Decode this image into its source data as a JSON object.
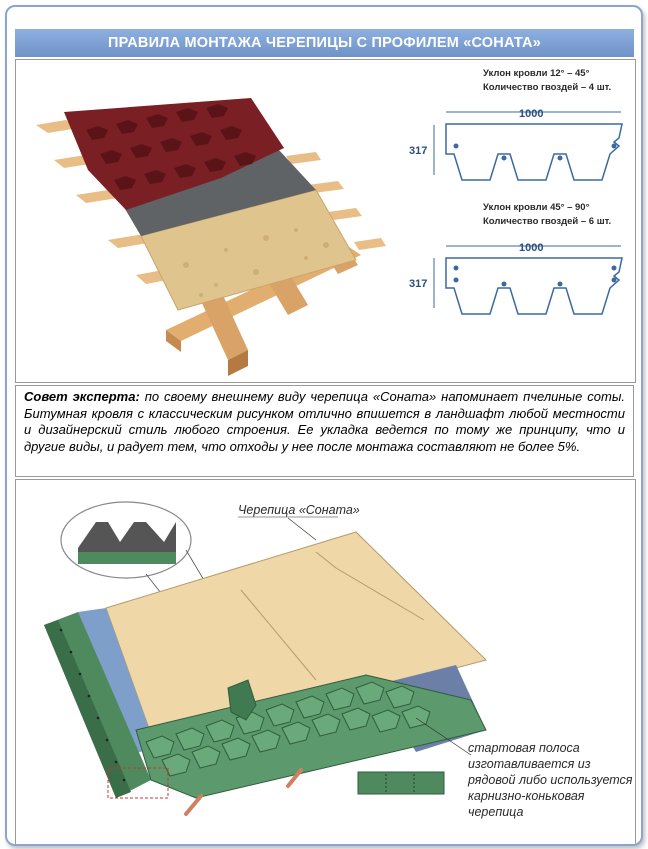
{
  "title": "ПРАВИЛА МОНТАЖА ЧЕРЕПИЦЫ С ПРОФИЛЕМ «СОНАТА»",
  "shingle_diagrams": [
    {
      "slope": "Уклон кровли 12° – 45°",
      "nails": "Количество гвоздей – 4 шт.",
      "width": "1000",
      "height": "317"
    },
    {
      "slope": "Уклон кровли 45° – 90°",
      "nails": "Количество гвоздей – 6 шт.",
      "width": "1000",
      "height": "317"
    }
  ],
  "tip": {
    "lead": "Совет эксперта:",
    "text": " по своему внешнему виду черепица «Соната» напоминает пчелиные соты. Битумная кровля с классическим рисунком отлично впишется в ландшафт любой местности и дизайнерский стиль любого строения. Ее укладка ведется по тому же принципу, что и другие виды, и радует тем, что отходы у нее после монтажа составляют не более 5%."
  },
  "labels": {
    "shingle": "Черепица «Соната»",
    "starter_1": "стартовая полоса",
    "starter_2": "изготавливается из",
    "starter_3": "рядовой либо используется",
    "starter_4": "карнизно-коньковая",
    "starter_5": "черепица"
  },
  "colors": {
    "title_bg": "#7a9bd0",
    "dim_blue": "#3a6aa0",
    "shingle_red": "#7a1f24",
    "shingle_green": "#4f8a5f",
    "osb": "#e0c48e"
  }
}
